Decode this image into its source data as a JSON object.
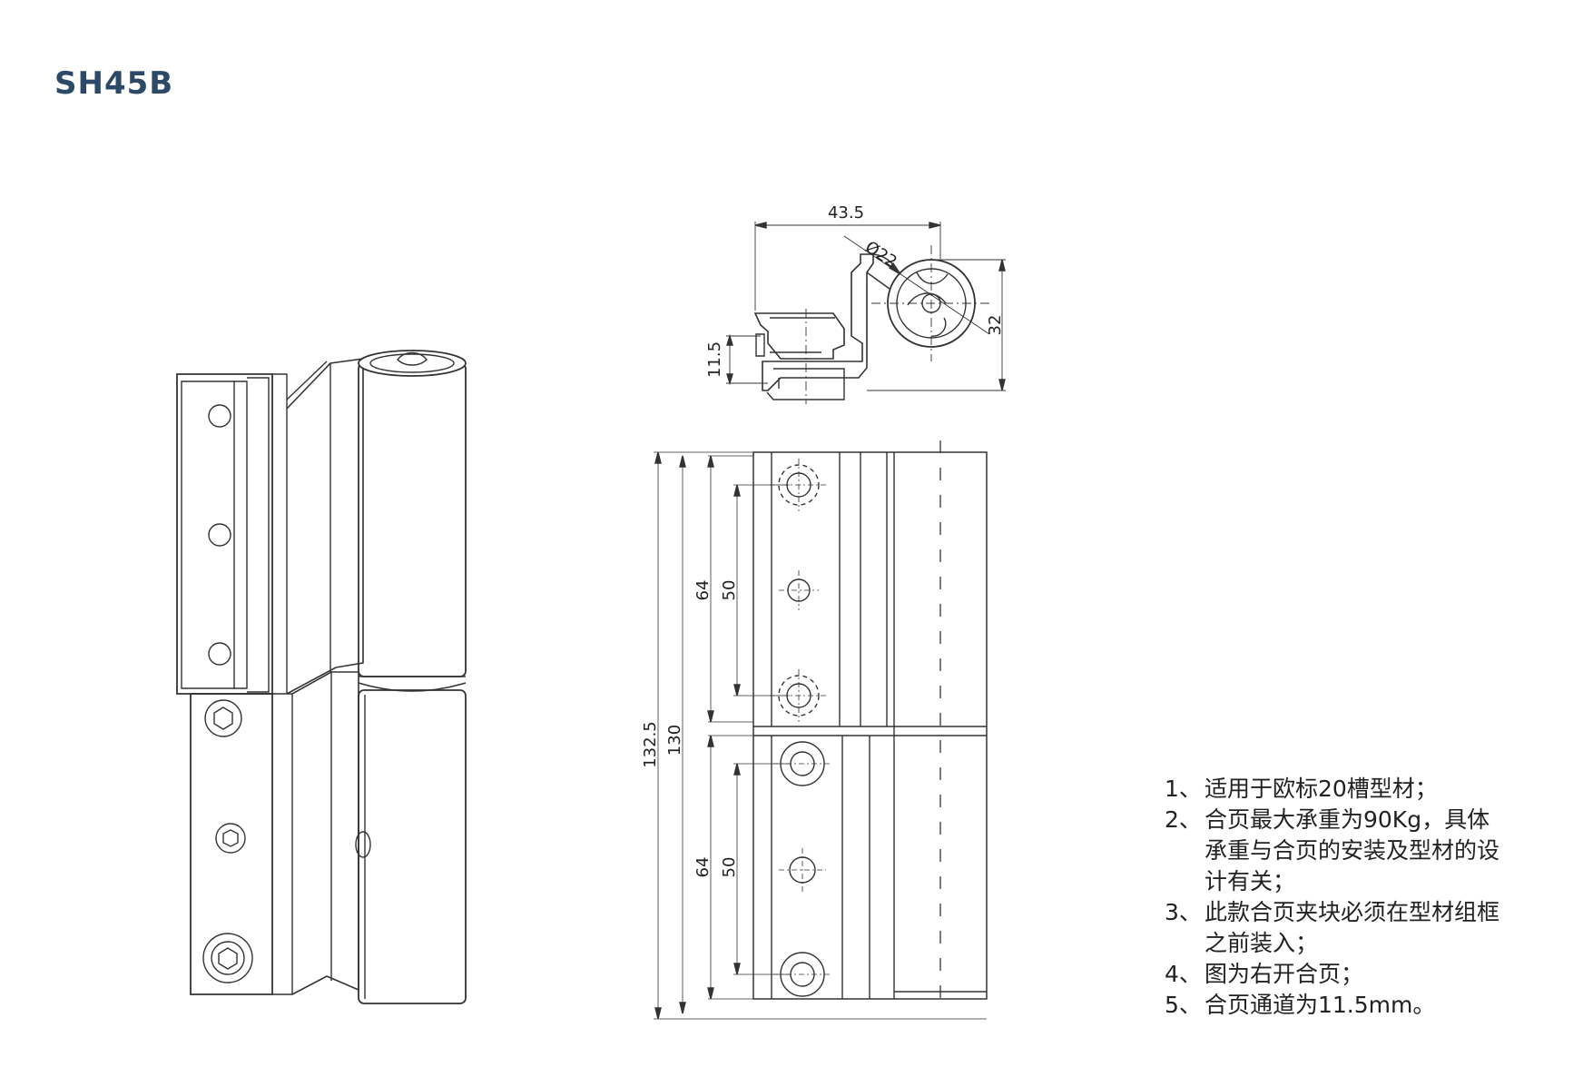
{
  "title": "SH45B",
  "dimensions": {
    "width_label": "43.5",
    "diameter_label": "Ø22",
    "height_top_label": "32",
    "channel_label": "11.5",
    "total_height_label": "132.5",
    "leaf_height_label": "130",
    "hole_group_top_outer": "64",
    "hole_group_top_inner": "50",
    "hole_group_bottom_outer": "64",
    "hole_group_bottom_inner": "50"
  },
  "notes": [
    {
      "num": "1、",
      "text": "适用于欧标20槽型材；"
    },
    {
      "num": "2、",
      "text": "合页最大承重为90Kg，具体承重与合页的安装及型材的设计有关；"
    },
    {
      "num": "3、",
      "text": "此款合页夹块必须在型材组框之前装入；"
    },
    {
      "num": "4、",
      "text": "图为右开合页；"
    },
    {
      "num": "5、",
      "text": "合页通道为11.5mm。"
    }
  ]
}
